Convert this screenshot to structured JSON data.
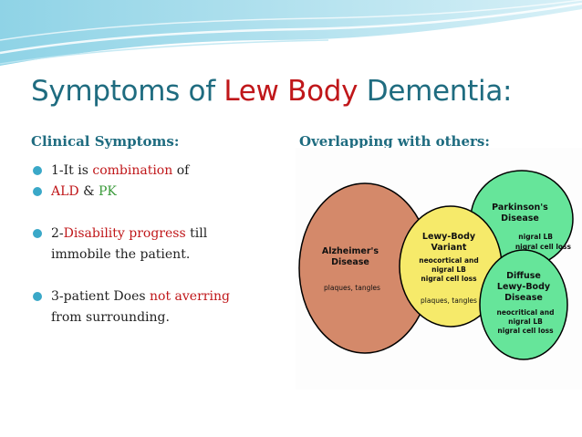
{
  "slide": {
    "title": {
      "part1": "Symptoms of ",
      "accent": "Lew Body",
      "part2": " Dementia:"
    },
    "left_heading": "Clinical Symptoms:",
    "right_heading": "Overlapping with others:",
    "bullets": {
      "b1": {
        "pre": "1-It is ",
        "red": "combination",
        "post": " of"
      },
      "b2": {
        "pre": " ",
        "red": "ALD",
        "mid": " & ",
        "green": "PK"
      },
      "b3": {
        "pre": "2-",
        "red": "Disability  progress",
        "post": " till",
        "line2": "immobile the patient."
      },
      "b4": {
        "pre": "3-patient Does ",
        "red": "not averring",
        "line2": "from surrounding."
      }
    },
    "colors": {
      "title": "#1f6c80",
      "accent_red": "#c0171a",
      "accent_green": "#3a9a3a",
      "bullet": "#3aa8c8"
    }
  },
  "diagram": {
    "alzheimers": {
      "title1": "Alzheimer's",
      "title2": "Disease",
      "sub": "plaques, tangles",
      "color": "#d4896a"
    },
    "parkinsons": {
      "title1": "Parkinson's",
      "title2": "Disease",
      "sub1": "nigral LB",
      "sub2": "nigral cell loss",
      "color": "#66e59a"
    },
    "variant": {
      "title1": "Lewy-Body",
      "title2": "Variant",
      "sub1": "neocortical and",
      "sub2": "nigral LB",
      "sub3": "nigral cell loss",
      "sub4": "plaques, tangles",
      "color": "#f6ea6a"
    },
    "diffuse": {
      "title1": "Diffuse",
      "title2": "Lewy-Body",
      "title3": "Disease",
      "sub1": "neocritical and",
      "sub2": "nigral LB",
      "sub3": "nigral cell loss",
      "color": "#66e59a"
    }
  }
}
